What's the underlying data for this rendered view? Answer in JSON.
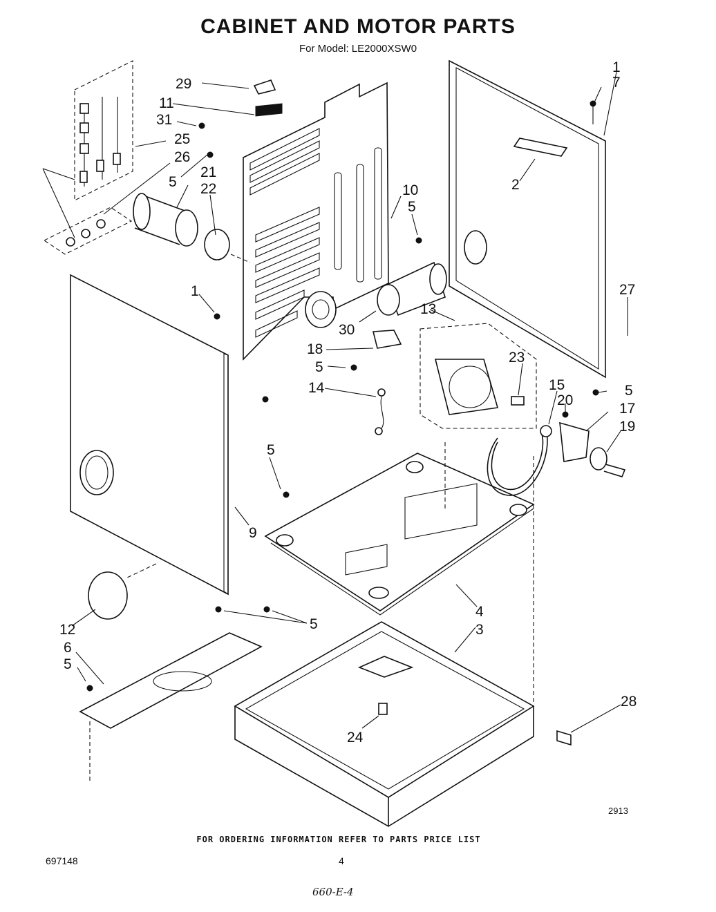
{
  "title": "CABINET AND MOTOR PARTS",
  "model_line": "For Model: LE2000XSW0",
  "footer": "FOR ORDERING INFORMATION REFER TO PARTS PRICE LIST",
  "doc_number": "697148",
  "page_number": "4",
  "drawing_number": "2913",
  "handwritten_note": "660-E-4",
  "callouts": [
    {
      "id": "c1a",
      "label": "1"
    },
    {
      "id": "c7",
      "label": "7"
    },
    {
      "id": "c29",
      "label": "29"
    },
    {
      "id": "c11",
      "label": "11"
    },
    {
      "id": "c31",
      "label": "31"
    },
    {
      "id": "c25",
      "label": "25"
    },
    {
      "id": "c26",
      "label": "26"
    },
    {
      "id": "c5a",
      "label": "5"
    },
    {
      "id": "c21",
      "label": "21"
    },
    {
      "id": "c22",
      "label": "22"
    },
    {
      "id": "c10",
      "label": "10"
    },
    {
      "id": "c5b",
      "label": "5"
    },
    {
      "id": "c2",
      "label": "2"
    },
    {
      "id": "c27",
      "label": "27"
    },
    {
      "id": "c1b",
      "label": "1"
    },
    {
      "id": "c30",
      "label": "30"
    },
    {
      "id": "c13",
      "label": "13"
    },
    {
      "id": "c18",
      "label": "18"
    },
    {
      "id": "c23",
      "label": "23"
    },
    {
      "id": "c5c",
      "label": "5"
    },
    {
      "id": "c14",
      "label": "14"
    },
    {
      "id": "c15",
      "label": "15"
    },
    {
      "id": "c5d",
      "label": "5"
    },
    {
      "id": "c20",
      "label": "20"
    },
    {
      "id": "c17",
      "label": "17"
    },
    {
      "id": "c19",
      "label": "19"
    },
    {
      "id": "c5e",
      "label": "5"
    },
    {
      "id": "c9",
      "label": "9"
    },
    {
      "id": "c4",
      "label": "4"
    },
    {
      "id": "c3",
      "label": "3"
    },
    {
      "id": "c5f",
      "label": "5"
    },
    {
      "id": "c12",
      "label": "12"
    },
    {
      "id": "c6",
      "label": "6"
    },
    {
      "id": "c5g",
      "label": "5"
    },
    {
      "id": "c28",
      "label": "28"
    },
    {
      "id": "c24",
      "label": "24"
    }
  ]
}
